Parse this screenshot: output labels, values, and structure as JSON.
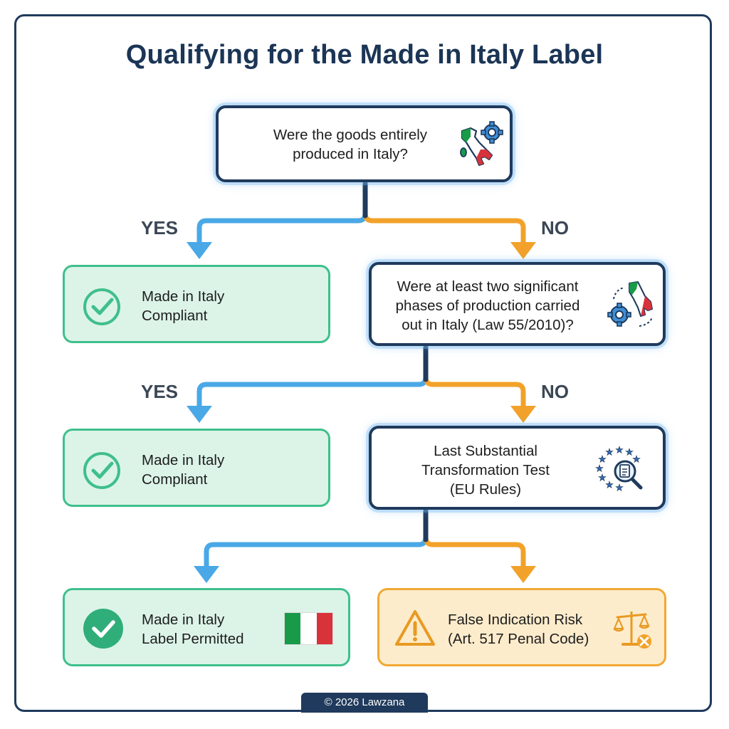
{
  "title": "Qualifying for the Made in Italy Label",
  "questions": {
    "q1": {
      "line1": "Were the goods entirely",
      "line2": "produced in Italy?",
      "icon": "italy-map-gear-icon"
    },
    "q2": {
      "line1": "Were at least two significant",
      "line2": "phases of production carried",
      "line3": "out in Italy (Law 55/2010)?",
      "icon": "italy-map-gear-cycle-icon"
    },
    "q3": {
      "line1": "Last Substantial",
      "line2": "Transformation Test",
      "line3": "(EU Rules)",
      "icon": "eu-stars-magnifier-icon"
    }
  },
  "branches": {
    "b1_yes": "YES",
    "b1_no": "NO",
    "b2_yes": "YES",
    "b2_no": "NO"
  },
  "outcomes": {
    "o1": {
      "line1": "Made in Italy",
      "line2": "Compliant",
      "icon": "check-circle-icon"
    },
    "o2": {
      "line1": "Made in Italy",
      "line2": "Compliant",
      "icon": "check-circle-icon"
    },
    "o3": {
      "line1": "Made in Italy",
      "line2": "Label Permitted",
      "icon": "check-filled-icon"
    },
    "o4": {
      "line1": "False Indication Risk",
      "line2": "(Art. 517 Penal Code)",
      "icon": "warning-triangle-icon"
    }
  },
  "colors": {
    "navy": "#1f3a5c",
    "yes_blue": "#4aa8e6",
    "no_orange": "#f2a22a",
    "green": "#3fbf8c",
    "italy_green": "#179b48",
    "italy_red": "#d8323a"
  },
  "footer": "© 2026 Lawzana"
}
